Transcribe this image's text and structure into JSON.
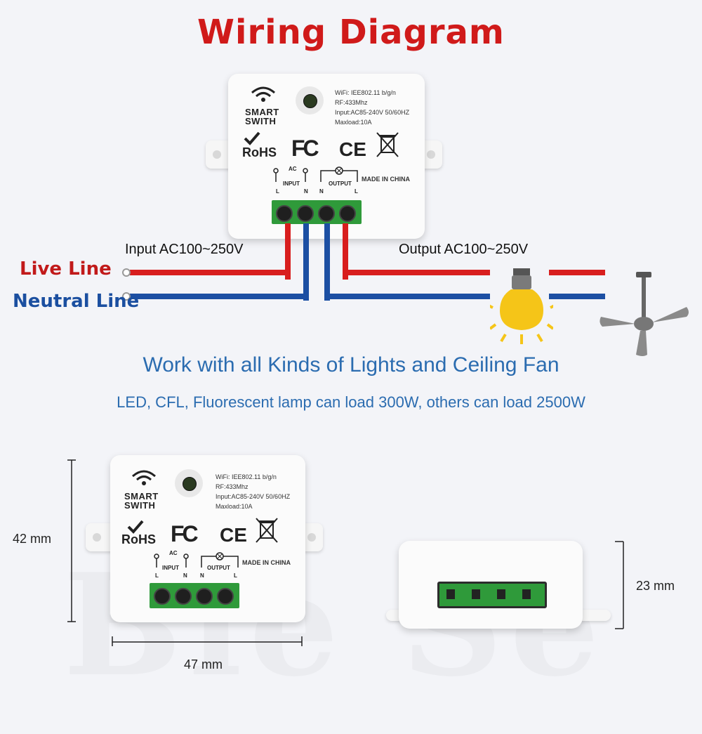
{
  "title": "Wiring Diagram",
  "device": {
    "smart_line1": "SMART",
    "smart_line2": "SWITH",
    "spec_wifi": "WiFi: IEE802.11 b/g/n",
    "spec_rf": "RF:433Mhz",
    "spec_input": "Input:AC85-240V 50/60HZ",
    "spec_maxload": "Maxload:10A",
    "rohs": "RoHS",
    "fc": "FC",
    "ce": "CE",
    "ac": "AC",
    "input": "INPUT",
    "output": "OUTPUT",
    "l": "L",
    "n": "N",
    "made_in": "MADE IN CHINA"
  },
  "wiring": {
    "input_label": "Input AC100~250V",
    "output_label": "Output AC100~250V",
    "live_line": "Live Line",
    "neutral_line": "Neutral Line"
  },
  "colors": {
    "title": "#d01a1a",
    "live": "#d81e1e",
    "neutral": "#1c4fa3",
    "terminal": "#2f9a3a",
    "text_blue": "#2b6cb0",
    "bulb": "#f5c518"
  },
  "subtitle": "Work with all Kinds of Lights and Ceiling Fan",
  "note": "LED, CFL, Fluorescent lamp can load 300W, others can load 2500W",
  "dimensions": {
    "height": "42 mm",
    "width": "47 mm",
    "depth": "23 mm"
  },
  "icons": [
    "wifi-icon",
    "check-icon",
    "fc-logo",
    "ce-logo",
    "weee-bin-icon",
    "lamp-icon",
    "light-bulb-icon",
    "ceiling-fan-icon"
  ]
}
